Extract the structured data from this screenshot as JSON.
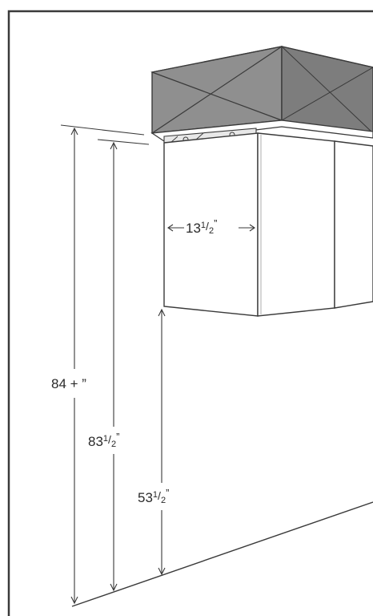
{
  "dimensions": {
    "cabinet_depth": {
      "whole": "13",
      "frac_num": "1",
      "frac_den": "2",
      "unit": "”"
    },
    "height_to_soffit": {
      "text": "84 + ”"
    },
    "height_to_cabinet_top": {
      "whole": "83",
      "frac_num": "1",
      "frac_den": "2",
      "unit": "”"
    },
    "height_to_cabinet_bottom": {
      "whole": "53",
      "frac_num": "1",
      "frac_den": "2",
      "unit": "”"
    }
  },
  "colors": {
    "soffit": "#8f8f8f",
    "line": "#3a3a3a",
    "background": "#ffffff"
  }
}
